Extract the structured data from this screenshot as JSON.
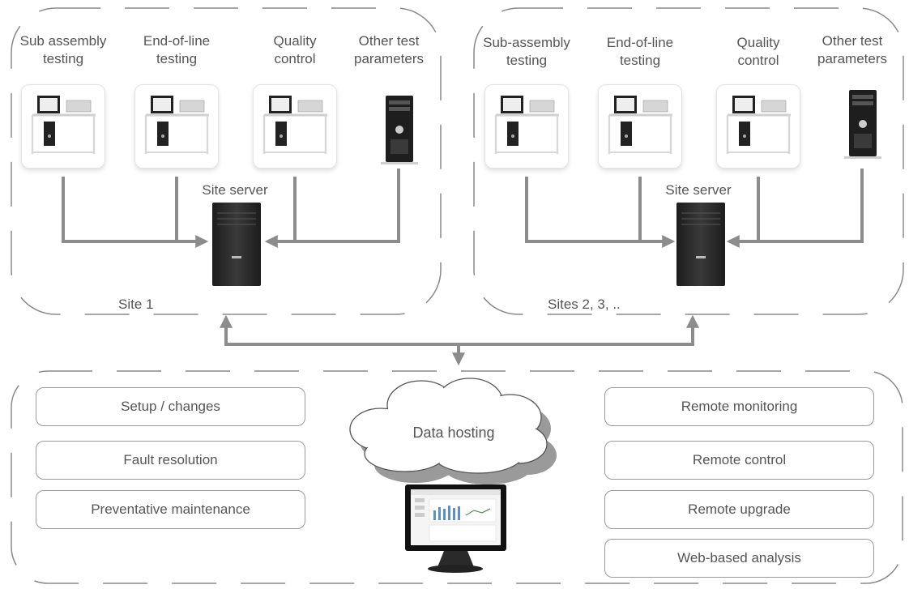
{
  "site1": {
    "stations": [
      {
        "label": "Sub assembly\ntesting",
        "icon": "test-bench-icon"
      },
      {
        "label": "End-of-line\ntesting",
        "icon": "test-bench-icon"
      },
      {
        "label": "Quality\ncontrol",
        "icon": "test-bench-icon"
      },
      {
        "label": "Other test\nparameters",
        "icon": "pc-tower-icon"
      }
    ],
    "server_label": "Site server",
    "site_label": "Site 1"
  },
  "site2": {
    "stations": [
      {
        "label": "Sub-assembly\ntesting",
        "icon": "test-bench-icon"
      },
      {
        "label": "End-of-line\ntesting",
        "icon": "test-bench-icon"
      },
      {
        "label": "Quality\ncontrol",
        "icon": "test-bench-icon"
      },
      {
        "label": "Other test\nparameters",
        "icon": "pc-tower-icon"
      }
    ],
    "server_label": "Site server",
    "site_label": "Sites 2, 3, .."
  },
  "hosting": {
    "cloud_label": "Data hosting",
    "left_services": [
      "Setup / changes",
      "Fault resolution",
      "Preventative maintenance"
    ],
    "right_services": [
      "Remote monitoring",
      "Remote control",
      "Remote upgrade",
      "Web-based analysis"
    ],
    "monitor_icon": "monitor-dashboard-icon"
  },
  "colors": {
    "connector": "#8c8c8c",
    "dash_border": "#8a8a8a",
    "server": "#2b2b2b",
    "cloud_shadow": "#9a9a9a"
  }
}
